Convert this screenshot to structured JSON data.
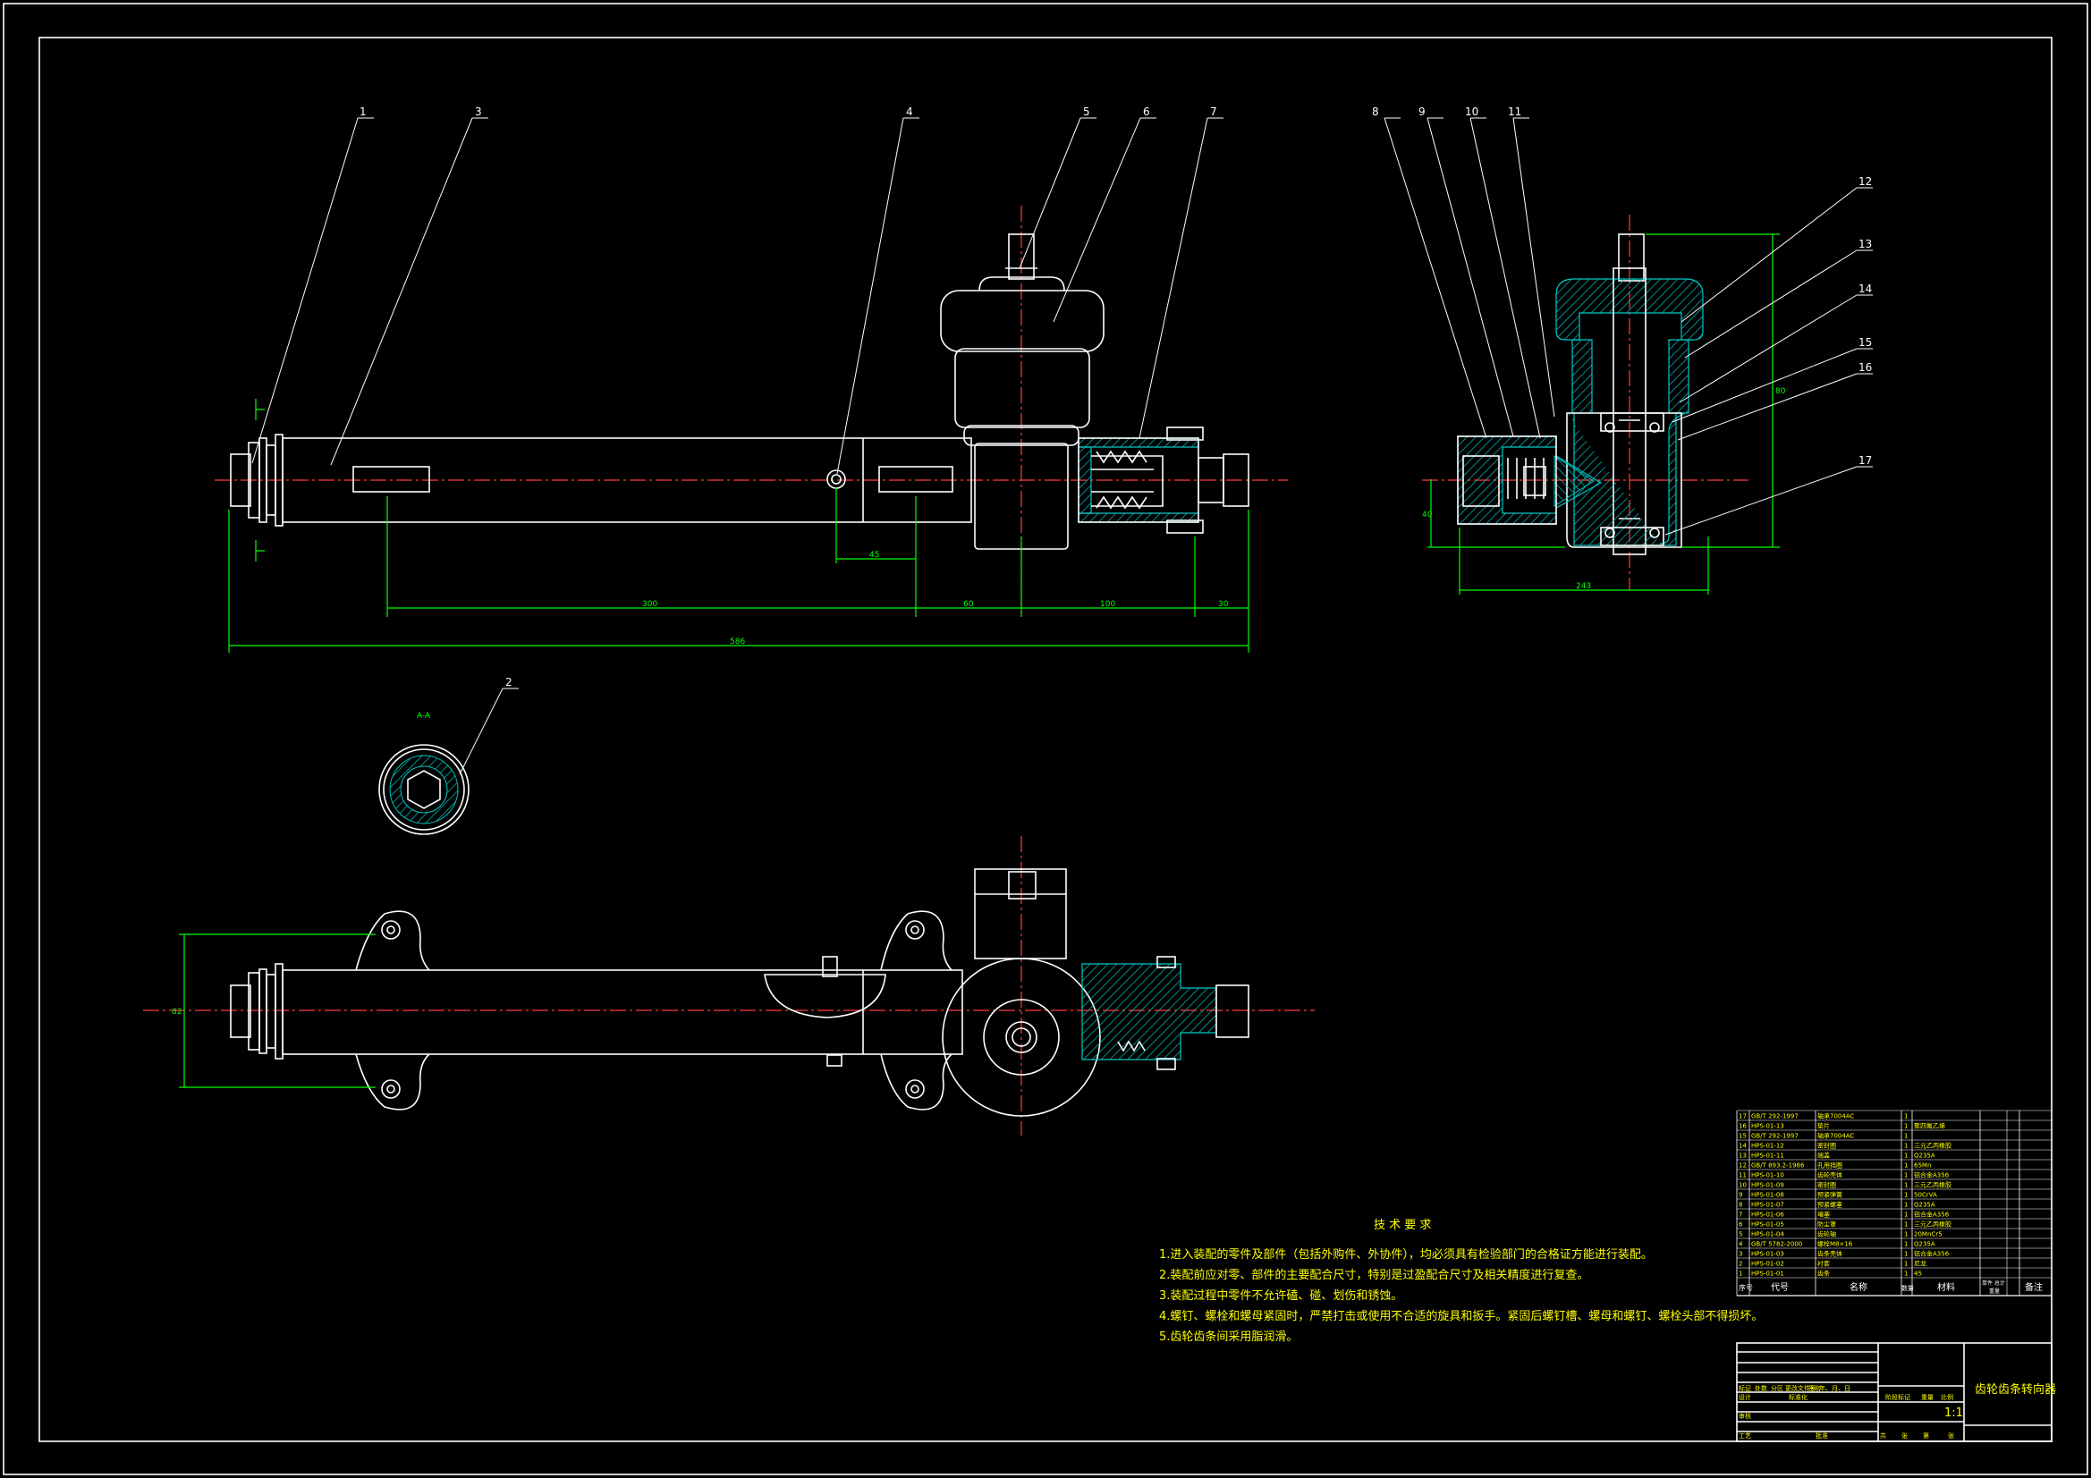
{
  "balloons": [
    "1",
    "3",
    "4",
    "5",
    "6",
    "7",
    "8",
    "9",
    "10",
    "11",
    "12",
    "13",
    "14",
    "15",
    "16",
    "17",
    "2"
  ],
  "dimensions": {
    "d300": "300",
    "d60": "60",
    "d100": "100",
    "d30": "30",
    "d586": "586",
    "d45": "45",
    "d243": "243",
    "d40": "40",
    "d80": "80",
    "d82": "82",
    "section_mark": "A-A"
  },
  "tech_requirements": {
    "title": "技 术 要 求",
    "lines": [
      "1.进入装配的零件及部件（包括外购件、外协件），均必须具有检验部门的合格证方能进行装配。",
      "2.装配前应对零、部件的主要配合尺寸，特别是过盈配合尺寸及相关精度进行复查。",
      "3.装配过程中零件不允许磕、碰、划伤和锈蚀。",
      "4.螺钉、螺栓和螺母紧固时，严禁打击或使用不合适的旋具和扳手。紧固后螺钉槽、螺母和螺钉、螺栓头部不得损坏。",
      "5.齿轮齿条间采用脂润滑。"
    ]
  },
  "bom": {
    "rows": [
      {
        "no": "17",
        "code": "GB/T 292-1997",
        "name": "轴承7004AC",
        "qty": "1",
        "material": "",
        "note": ""
      },
      {
        "no": "16",
        "code": "HPS-01-13",
        "name": "垫片",
        "qty": "1",
        "material": "聚四氟乙烯",
        "note": ""
      },
      {
        "no": "15",
        "code": "GB/T 292-1997",
        "name": "轴承7004AC",
        "qty": "1",
        "material": "",
        "note": ""
      },
      {
        "no": "14",
        "code": "HPS-01-12",
        "name": "密封圈",
        "qty": "1",
        "material": "三元乙丙橡胶",
        "note": ""
      },
      {
        "no": "13",
        "code": "HPS-01-11",
        "name": "端盖",
        "qty": "1",
        "material": "Q235A",
        "note": ""
      },
      {
        "no": "12",
        "code": "GB/T 893.2-1986",
        "name": "孔用挡圈",
        "qty": "1",
        "material": "65Mn",
        "note": ""
      },
      {
        "no": "11",
        "code": "HPS-01-10",
        "name": "齿轮壳体",
        "qty": "1",
        "material": "铝合金A356",
        "note": ""
      },
      {
        "no": "10",
        "code": "HPS-01-09",
        "name": "密封圈",
        "qty": "1",
        "material": "三元乙丙橡胶",
        "note": ""
      },
      {
        "no": "9",
        "code": "HPS-01-08",
        "name": "预紧弹簧",
        "qty": "1",
        "material": "50CrVA",
        "note": ""
      },
      {
        "no": "8",
        "code": "HPS-01-07",
        "name": "预紧螺塞",
        "qty": "1",
        "material": "Q235A",
        "note": ""
      },
      {
        "no": "7",
        "code": "HPS-01-06",
        "name": "堵塞",
        "qty": "1",
        "material": "铝合金A356",
        "note": ""
      },
      {
        "no": "6",
        "code": "HPS-01-05",
        "name": "防尘罩",
        "qty": "1",
        "material": "三元乙丙橡胶",
        "note": ""
      },
      {
        "no": "5",
        "code": "HPS-01-04",
        "name": "齿轮轴",
        "qty": "1",
        "material": "20MnCr5",
        "note": ""
      },
      {
        "no": "4",
        "code": "GB/T 5782-2000",
        "name": "螺栓M8×16",
        "qty": "1",
        "material": "Q235A",
        "note": ""
      },
      {
        "no": "3",
        "code": "HPS-01-03",
        "name": "齿条壳体",
        "qty": "1",
        "material": "铝合金A356",
        "note": ""
      },
      {
        "no": "2",
        "code": "HPS-01-02",
        "name": "衬套",
        "qty": "1",
        "material": "尼龙",
        "note": ""
      },
      {
        "no": "1",
        "code": "HPS-01-01",
        "name": "齿条",
        "qty": "1",
        "material": "45",
        "note": ""
      }
    ],
    "headers": {
      "no": "序号",
      "code": "代号",
      "name": "名称",
      "qty": "数量",
      "material": "材料",
      "unit_weight": "单件 总计",
      "weight": "重量",
      "note": "备注"
    },
    "title_block": {
      "drawing_title": "齿轮齿条转向器",
      "scale": "1:1",
      "labels": [
        "标记",
        "处数",
        "分区",
        "更改文件号",
        "签名",
        "年、月、日",
        "设计",
        "标准化",
        "阶段标记",
        "重量",
        "比例",
        "审核",
        "工艺",
        "批准",
        "共",
        "张",
        "第",
        "张"
      ]
    }
  }
}
